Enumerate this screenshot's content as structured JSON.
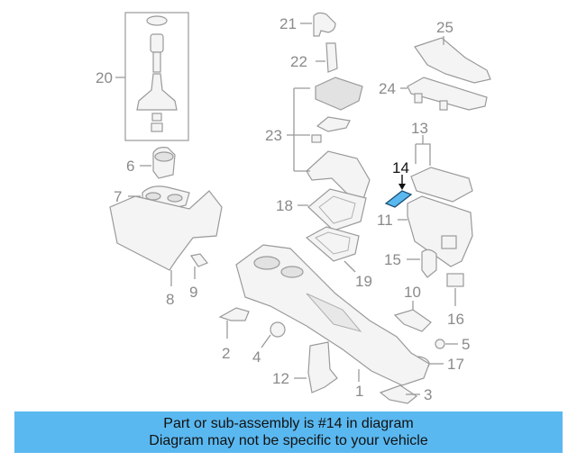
{
  "callouts": {
    "c1": "1",
    "c2": "2",
    "c3": "3",
    "c4": "4",
    "c5": "5",
    "c6": "6",
    "c7": "7",
    "c8": "8",
    "c9": "9",
    "c10": "10",
    "c11": "11",
    "c12": "12",
    "c13": "13",
    "c14": "14",
    "c15": "15",
    "c16": "16",
    "c17": "17",
    "c18": "18",
    "c19": "19",
    "c20": "20",
    "c21": "21",
    "c22": "22",
    "c23": "23",
    "c24": "24",
    "c25": "25"
  },
  "highlight": {
    "part_number": "14",
    "color": "#5ab8f0"
  },
  "banner": {
    "line1": "Part or sub-assembly is #14 in diagram",
    "line2": "Diagram may not be specific to your vehicle",
    "background": "#5ab8f0"
  }
}
